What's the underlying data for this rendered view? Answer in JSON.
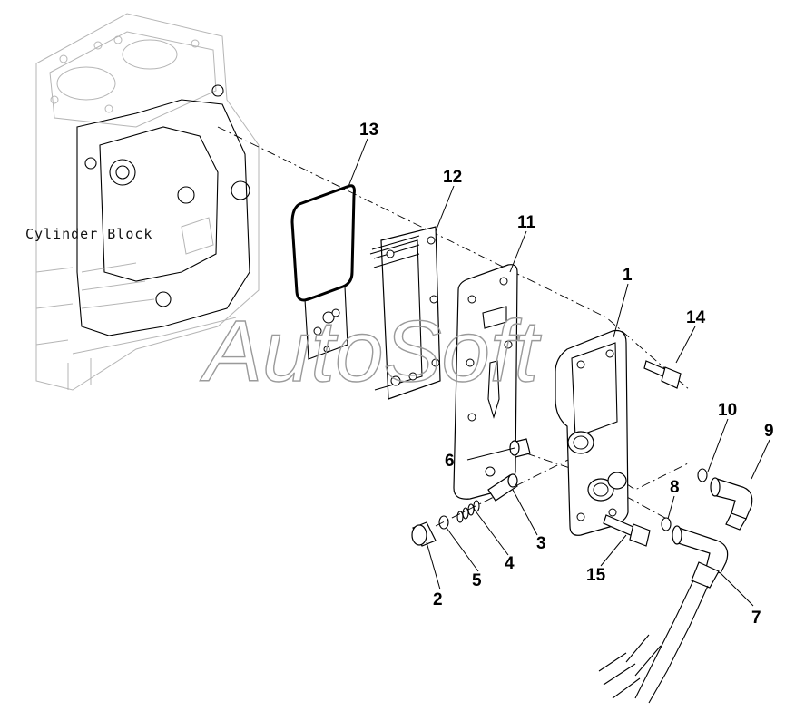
{
  "block_label": "Cylinder Block",
  "watermark": "AutoSoft",
  "callouts": [
    {
      "id": "1",
      "label": "1"
    },
    {
      "id": "2",
      "label": "2"
    },
    {
      "id": "3",
      "label": "3"
    },
    {
      "id": "4",
      "label": "4"
    },
    {
      "id": "5",
      "label": "5"
    },
    {
      "id": "6",
      "label": "6"
    },
    {
      "id": "7",
      "label": "7"
    },
    {
      "id": "8",
      "label": "8"
    },
    {
      "id": "9",
      "label": "9"
    },
    {
      "id": "10",
      "label": "10"
    },
    {
      "id": "11",
      "label": "11"
    },
    {
      "id": "12",
      "label": "12"
    },
    {
      "id": "13",
      "label": "13"
    },
    {
      "id": "14",
      "label": "14"
    },
    {
      "id": "15",
      "label": "15"
    }
  ]
}
